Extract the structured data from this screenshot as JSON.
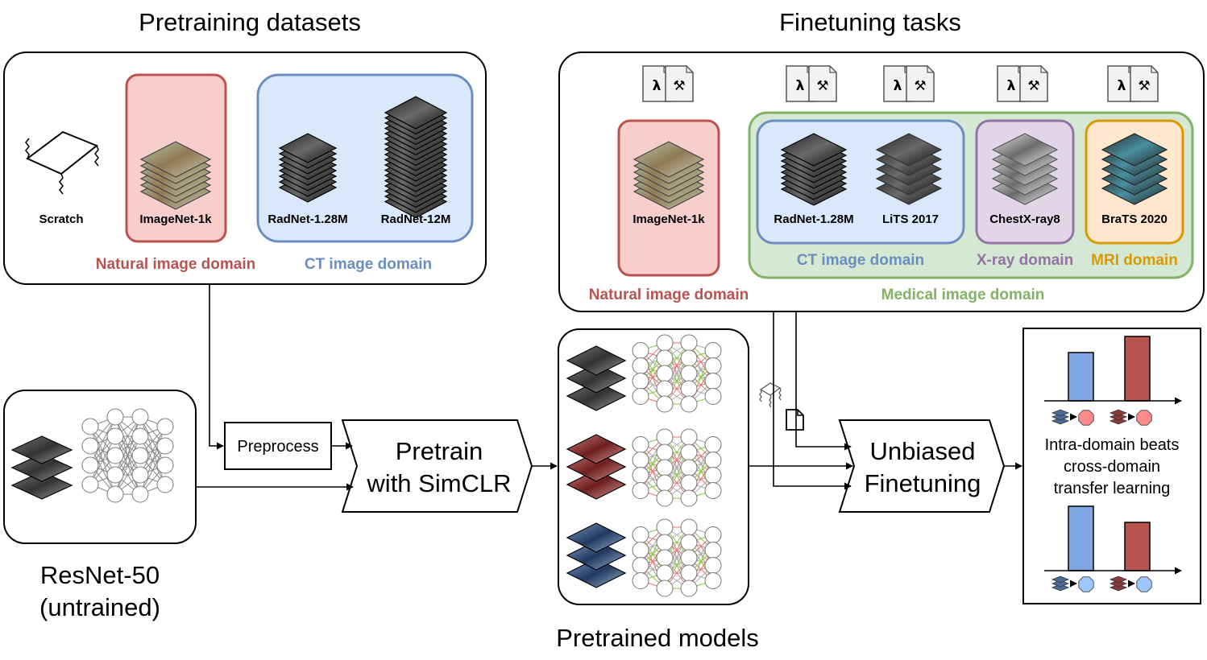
{
  "pretraining": {
    "title": "Pretraining datasets",
    "datasets": {
      "scratch": "Scratch",
      "imagenet": "ImageNet-1k",
      "radnet128": "RadNet-1.28M",
      "radnet12": "RadNet-12M"
    },
    "natural_domain": "Natural image domain",
    "ct_domain": "CT image domain"
  },
  "finetuning": {
    "title": "Finetuning tasks",
    "datasets": {
      "imagenet": "ImageNet-1k",
      "radnet": "RadNet-1.28M",
      "lits": "LiTS 2017",
      "chestx": "ChestX-ray8",
      "brats": "BraTS 2020"
    },
    "natural_domain": "Natural image domain",
    "ct_domain": "CT image domain",
    "xray_domain": "X-ray domain",
    "mri_domain": "MRI domain",
    "medical_domain": "Medical image domain",
    "task_icon_glyphs": [
      "λ",
      "⚒"
    ]
  },
  "model": {
    "line1": "ResNet-50",
    "line2": "(untrained)"
  },
  "preprocess": "Preprocess",
  "pretrain": {
    "line1": "Pretrain",
    "line2": "with SimCLR"
  },
  "pretrained_models": "Pretrained models",
  "finetune": {
    "line1": "Unbiased",
    "line2": "Finetuning"
  },
  "result": {
    "line1": "Intra-domain beats",
    "line2": "cross-domain",
    "line3": "transfer learning"
  },
  "colors": {
    "natural_stroke": "#b85450",
    "natural_fill": "#f8cecc",
    "ct_stroke": "#6c8ebf",
    "ct_fill": "#dae8fc",
    "xray_stroke": "#9673a6",
    "xray_fill": "#e1d5e7",
    "mri_stroke": "#d79b00",
    "mri_fill": "#ffe6cc",
    "medical_stroke": "#82b366",
    "medical_fill": "#d5e8d4",
    "bar_blue": "#7ea6e0",
    "bar_red": "#b85450",
    "edge_green": "#8bc34a",
    "edge_red": "#e57373"
  }
}
